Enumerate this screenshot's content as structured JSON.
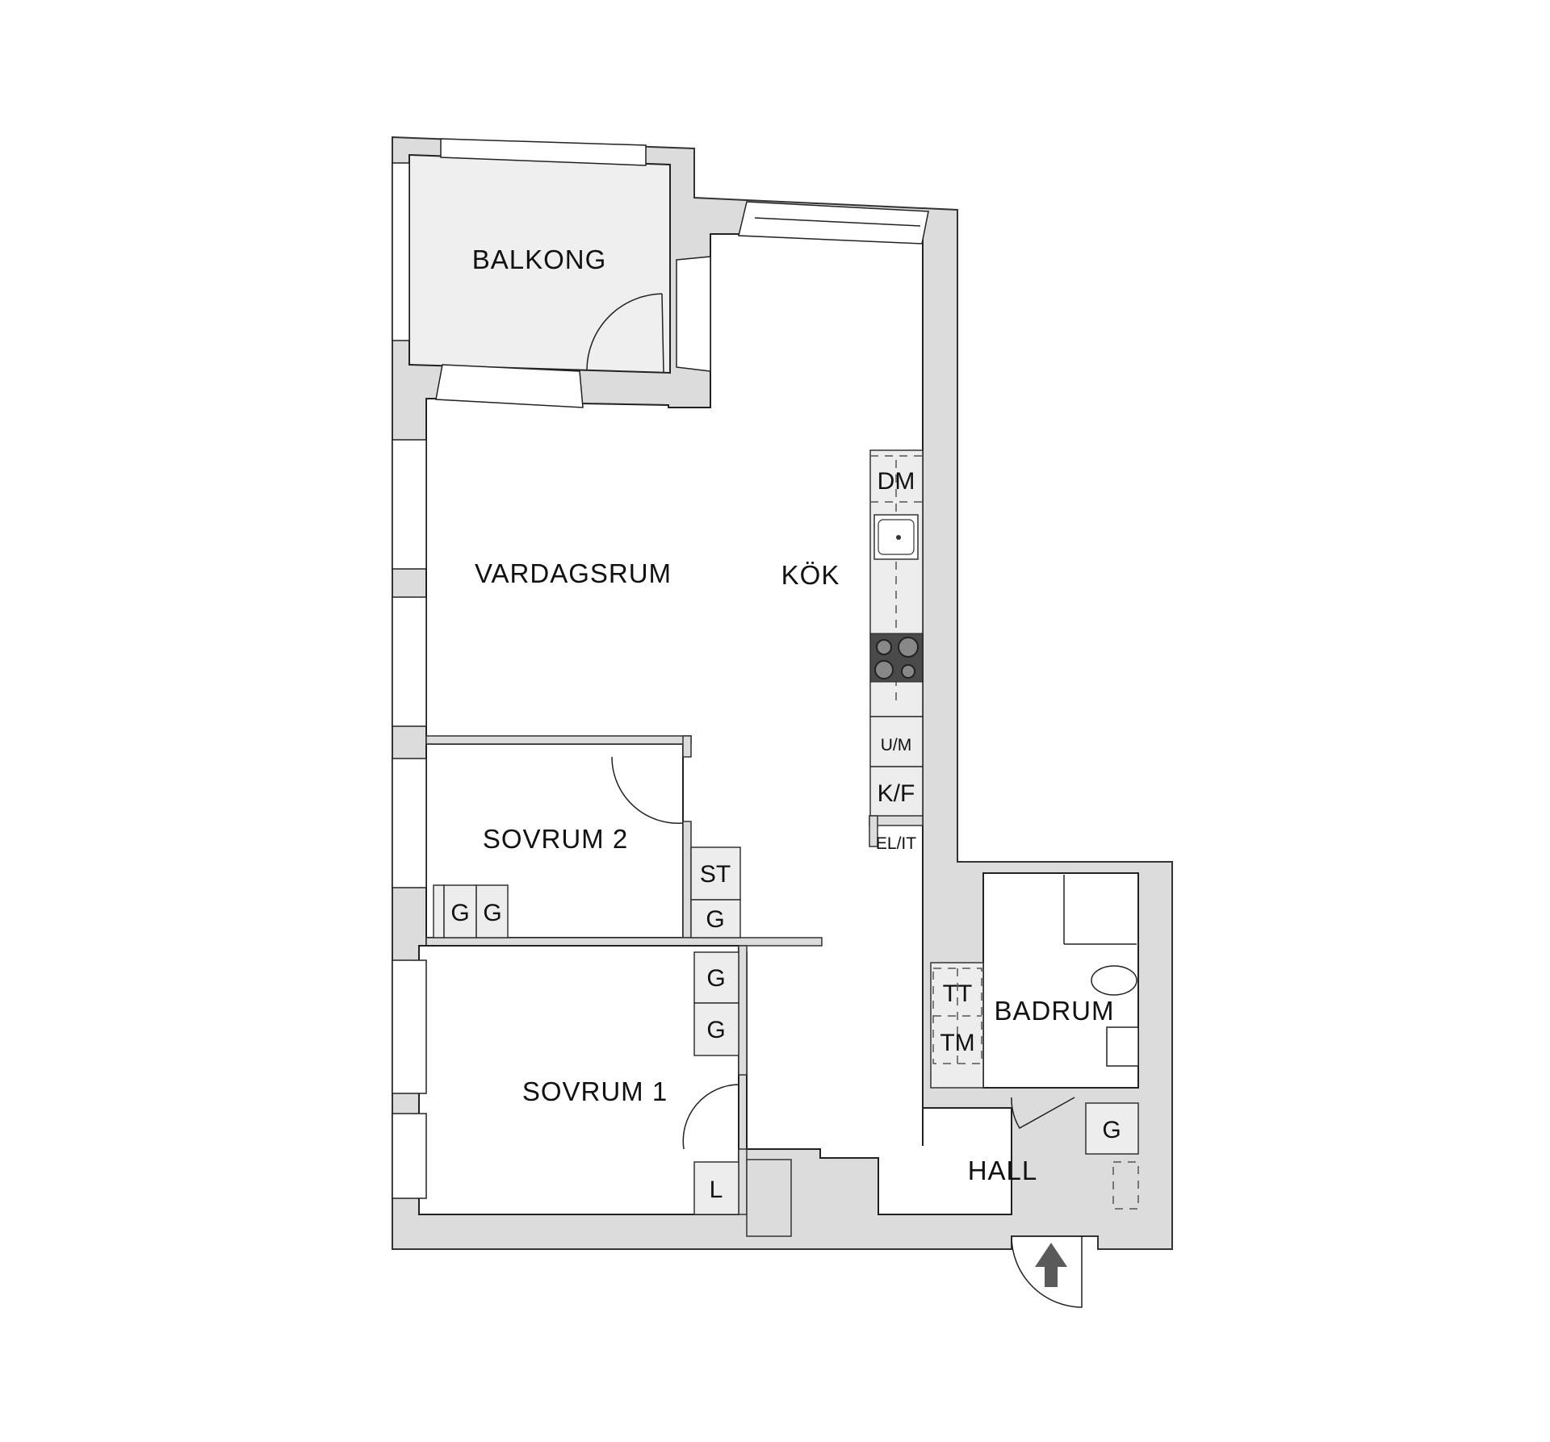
{
  "plan": {
    "rooms": {
      "balkong": "BALKONG",
      "vardagsrum": "VARDAGSRUM",
      "kok": "KÖK",
      "sovrum2": "SOVRUM 2",
      "sovrum1": "SOVRUM 1",
      "badrum": "BADRUM",
      "hall": "HALL"
    },
    "fixtures": {
      "dishwasher": "DM",
      "oven_microwave": "U/M",
      "fridge_freezer": "K/F",
      "electrical_it": "EL/IT",
      "cleaning_closet": "ST",
      "wardrobe": "G",
      "linen": "L",
      "dryer": "TT",
      "washer": "TM"
    },
    "colors": {
      "wall": "#dcdcdc",
      "balcony_floor": "#efefef",
      "cabinet": "#ededed",
      "stove": "#4a4a4a",
      "entrance_arrow": "#5a5a5a"
    },
    "entrance_icon": "arrow-up-icon"
  }
}
